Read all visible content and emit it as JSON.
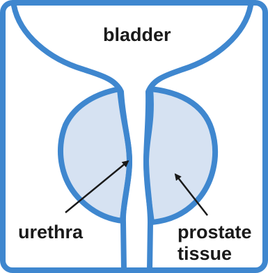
{
  "diagram": {
    "labels": {
      "bladder": "bladder",
      "urethra": "urethra",
      "prostate_line1": "prostate",
      "prostate_line2": "tissue"
    },
    "colors": {
      "outline": "#3f87cf",
      "tissue_fill": "#d6e2f2",
      "background": "#ffffff",
      "text": "#1a1a1a",
      "arrow": "#1a1a1a"
    }
  }
}
